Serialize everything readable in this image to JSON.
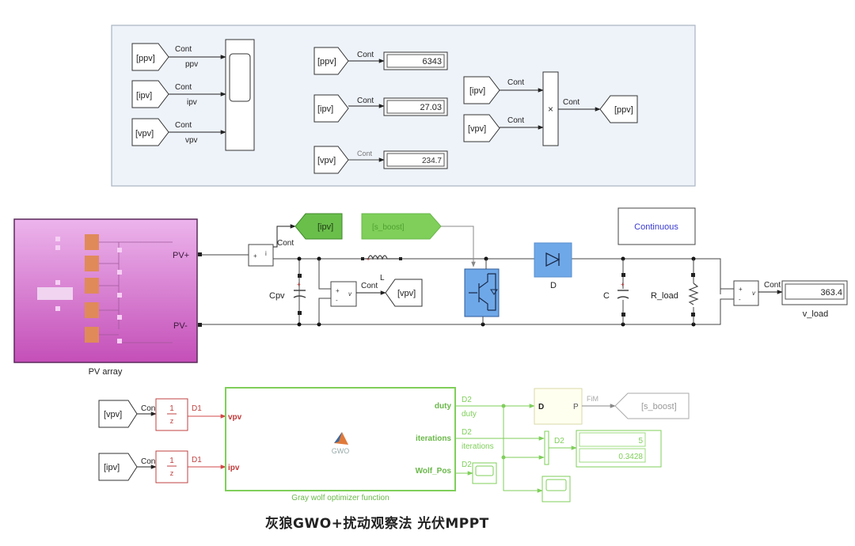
{
  "top_panel": {
    "scope_inputs": [
      {
        "tag": "[ppv]",
        "line_label": "Cont",
        "signal": "ppv"
      },
      {
        "tag": "[ipv]",
        "line_label": "Cont",
        "signal": "ipv"
      },
      {
        "tag": "[vpv]",
        "line_label": "Cont",
        "signal": "vpv"
      }
    ],
    "displays": [
      {
        "tag": "[ppv]",
        "line_label": "Cont",
        "value": "6343"
      },
      {
        "tag": "[ipv]",
        "line_label": "Cont",
        "value": "27.03"
      },
      {
        "tag": "[vpv]",
        "line_label": "Cont",
        "value": "234.7"
      }
    ],
    "product": {
      "inputs": [
        {
          "tag": "[ipv]",
          "line_label": "Cont"
        },
        {
          "tag": "[vpv]",
          "line_label": "Cont"
        }
      ],
      "symbol": "×",
      "out_label": "Cont",
      "goto": "[ppv]"
    }
  },
  "circuit": {
    "pv_array": {
      "label": "PV array",
      "port_plus": "PV+",
      "port_minus": "PV-"
    },
    "goto_ipv": "[ipv]",
    "from_s_boost": "[s_boost]",
    "ipv_line_label": "Cont",
    "vpv_line_label": "Cont",
    "goto_vpv": "[vpv]",
    "cpv_label": "Cpv",
    "inductor_label": "L",
    "diode_label": "D",
    "cap_label": "C",
    "rload_label": "R_load",
    "powergui": "Continuous",
    "vload_line_label": "Cont",
    "vload_value": "363.4",
    "vload_label": "v_load",
    "sensor_plus": "+",
    "sensor_minus": "-",
    "sensor_out": "v"
  },
  "control": {
    "from_vpv": "[vpv]",
    "from_ipv": "[ipv]",
    "from_line": "Cont",
    "delay_num": "1",
    "delay_den": "z",
    "d1_label": "D1",
    "gwo_block": {
      "inputs": [
        "vpv",
        "ipv"
      ],
      "outputs": [
        "duty",
        "iterations",
        "Wolf_Pos"
      ],
      "icon_text": "GWO",
      "label": "Gray wolf optimizer function"
    },
    "d2_label": "D2",
    "signal_duty": "duty",
    "signal_iterations": "iterations",
    "pwm": {
      "in": "D",
      "out": "P",
      "out_label": "FiM"
    },
    "goto_s_boost": "[s_boost]",
    "display_values": [
      "5",
      "0.3428"
    ]
  },
  "caption": "灰狼GWO+扰动观察法 光伏MPPT"
}
